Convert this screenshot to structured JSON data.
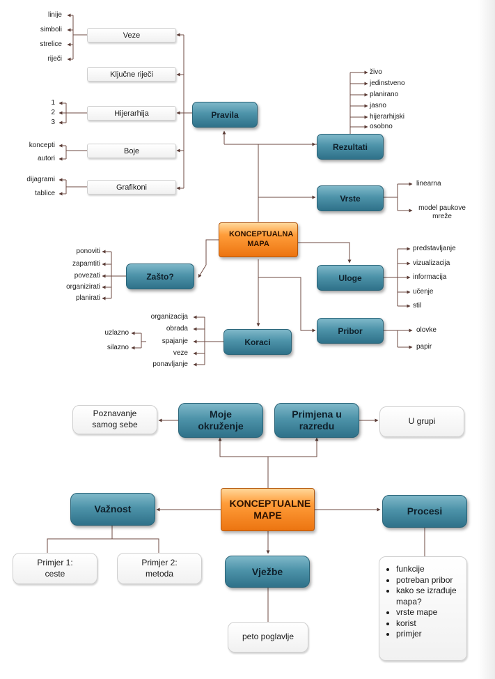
{
  "map1": {
    "center": "KONCEPTUALNA MAPA",
    "pravila": {
      "label": "Pravila",
      "items": [
        {
          "label": "Veze",
          "leaves": [
            "linije",
            "simboli",
            "strelice",
            "riječi"
          ]
        },
        {
          "label": "Ključne riječi",
          "leaves": []
        },
        {
          "label": "Hijerarhija",
          "leaves": [
            "1",
            "2",
            "3"
          ]
        },
        {
          "label": "Boje",
          "leaves": [
            "koncepti",
            "autori"
          ]
        },
        {
          "label": "Grafikoni",
          "leaves": [
            "dijagrami",
            "tablice"
          ]
        }
      ]
    },
    "rezultati": {
      "label": "Rezultati",
      "leaves": [
        "živo",
        "jedinstveno",
        "planirano",
        "jasno",
        "hijerarhijski",
        "osobno"
      ]
    },
    "vrste": {
      "label": "Vrste",
      "leaves": [
        "linearna",
        "model paukove mreže"
      ]
    },
    "uloge": {
      "label": "Uloge",
      "leaves": [
        "predstavljanje",
        "vizualizacija",
        "informacija",
        "učenje",
        "stil"
      ]
    },
    "pribor": {
      "label": "Pribor",
      "leaves": [
        "olovke",
        "papir"
      ]
    },
    "zasto": {
      "label": "Zašto?",
      "leaves": [
        "ponoviti",
        "zapamtiti",
        "povezati",
        "organizirati",
        "planirati"
      ]
    },
    "koraci": {
      "label": "Koraci",
      "leaves": [
        "organizacija",
        "obrada",
        "spajanje",
        "veze",
        "ponavljanje"
      ],
      "spajanje_leaves": [
        "uzlazno",
        "silazno"
      ]
    }
  },
  "map2": {
    "center": "KONCEPTUALNE MAPE",
    "moje_okruzenje": "Moje okruženje",
    "poznavanje": "Poznavanje samog sebe",
    "primjena": "Primjena u razredu",
    "u_grupi": "U grupi",
    "vaznost": "Važnost",
    "primjer1": "Primjer 1: ceste",
    "primjer2": "Primjer 2: metoda",
    "vjezbe": "Vježbe",
    "peto": "peto poglavlje",
    "procesi": "Procesi",
    "procesi_items": [
      "funkcije",
      "potreban pribor",
      "kako se izrađuje mapa?",
      "vrste mape",
      "korist",
      "primjer"
    ]
  }
}
